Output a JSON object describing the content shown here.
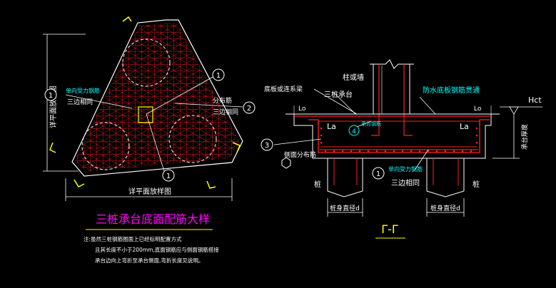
{
  "title": "三桩承台底面配筋大样",
  "section_mark": "Γ-Γ",
  "notes": [
    "注:虽然三桩钢筋图面上已经标明配置方式",
    "且其长度不小于200mm,底面钢筋应与侧面钢筋搭接",
    "承台边向上弯折至承台侧面,弯折长度见说明。"
  ],
  "plan": {
    "left_dim": "详平面放样图",
    "bottom_dim": "详平面放样图",
    "left_label": "单向受力钢筋",
    "left_label_2": "三边相同",
    "right_label": "分布筋",
    "right_label_2": "三边相同",
    "callouts": [
      "1",
      "1",
      "2",
      "1"
    ]
  },
  "section": {
    "col_label": "柱或墙",
    "beam_label": "底板或连系梁",
    "cap_label": "三桩承台",
    "wp_label": "防水底板钢筋贯通",
    "side_bar_label": "侧面分布筋",
    "bar1_label": "单向受力钢筋",
    "bar1_label_2": "三边相同",
    "bar4_label": "承台钢筋",
    "la_left": "La",
    "la_right": "La",
    "lo_left": "Lo",
    "lo_right": "Lo",
    "hct": "Hct",
    "cap_height": "承台厚度",
    "pile_left": "桩",
    "pile_right": "桩",
    "pile_dia_left": "桩身直径d",
    "pile_dia_right": "桩身直径d",
    "callout_3": "3",
    "callout_4": "4",
    "callout_1": "1"
  },
  "colors": {
    "red": "#ff2020",
    "white": "#ffffff",
    "cyan": "#00ffff",
    "yellow": "#ffff00",
    "green": "#00ff00",
    "magenta": "#ff00ff"
  }
}
